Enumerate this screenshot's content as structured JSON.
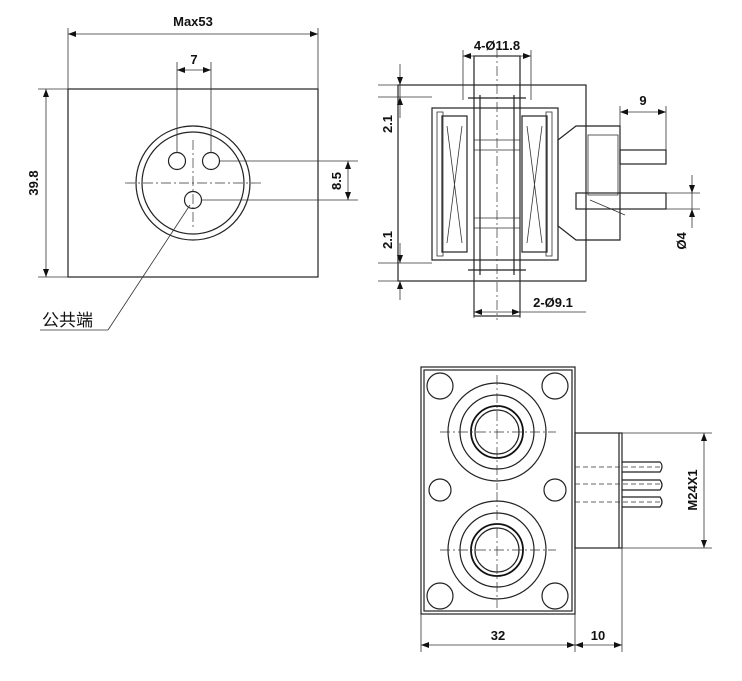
{
  "labels": {
    "max_width": "Max53",
    "pin_spacing": "7",
    "height": "39.8",
    "offset": "8.5",
    "common_terminal": "公共端",
    "hole_top": "4-Ø11.8",
    "gap_top": "2.1",
    "gap_bottom": "2.1",
    "hole_bottom": "2-Ø9.1",
    "pin_length": "9",
    "pin_dia": "Ø4",
    "base_width": "32",
    "thread_len": "10",
    "thread": "M24X1"
  }
}
